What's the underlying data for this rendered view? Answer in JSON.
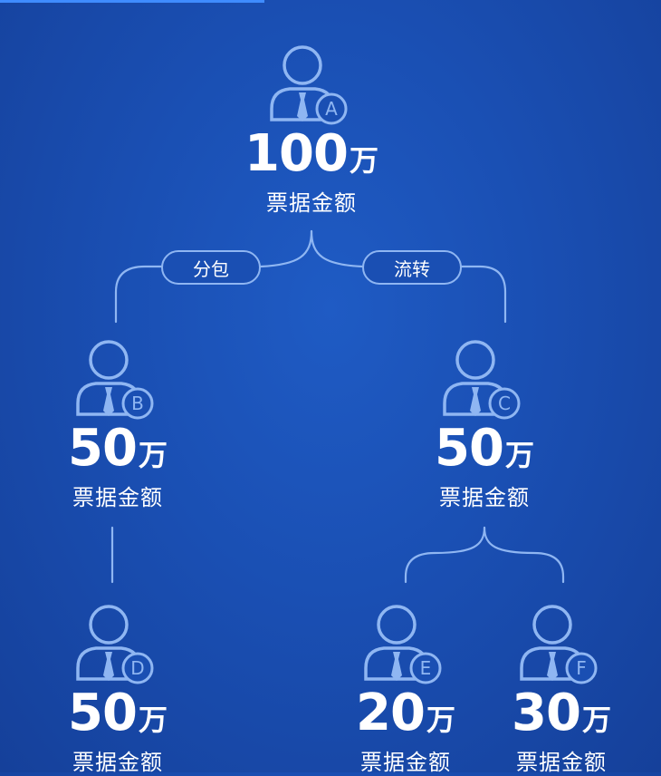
{
  "connectors": {
    "split_label": "分包",
    "transfer_label": "流转"
  },
  "nodes": {
    "A": {
      "badge": "A",
      "amount": "100",
      "unit": "万",
      "caption": "票据金额"
    },
    "B": {
      "badge": "B",
      "amount": "50",
      "unit": "万",
      "caption": "票据金额"
    },
    "C": {
      "badge": "C",
      "amount": "50",
      "unit": "万",
      "caption": "票据金额"
    },
    "D": {
      "badge": "D",
      "amount": "50",
      "unit": "万",
      "caption": "票据金额"
    },
    "E": {
      "badge": "E",
      "amount": "20",
      "unit": "万",
      "caption": "票据金额"
    },
    "F": {
      "badge": "F",
      "amount": "30",
      "unit": "万",
      "caption": "票据金额"
    }
  },
  "colors": {
    "background": "#1a4fb3",
    "line": "#8fb6f2",
    "text": "#ffffff"
  },
  "icon": "person-with-tie-icon"
}
